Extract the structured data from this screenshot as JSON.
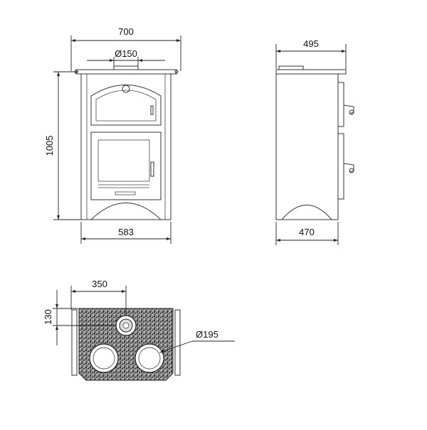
{
  "front_view": {
    "width_label": "700",
    "flue_label": "Ø150",
    "height_label": "1005",
    "base_width_label": "583"
  },
  "side_view": {
    "depth_label": "495",
    "base_depth_label": "470"
  },
  "top_view": {
    "offset_x_label": "350",
    "offset_y_label": "130",
    "hotplate_label": "Ø195"
  },
  "colors": {
    "line": "#333333",
    "granite_fill": "#6e6e6e"
  }
}
